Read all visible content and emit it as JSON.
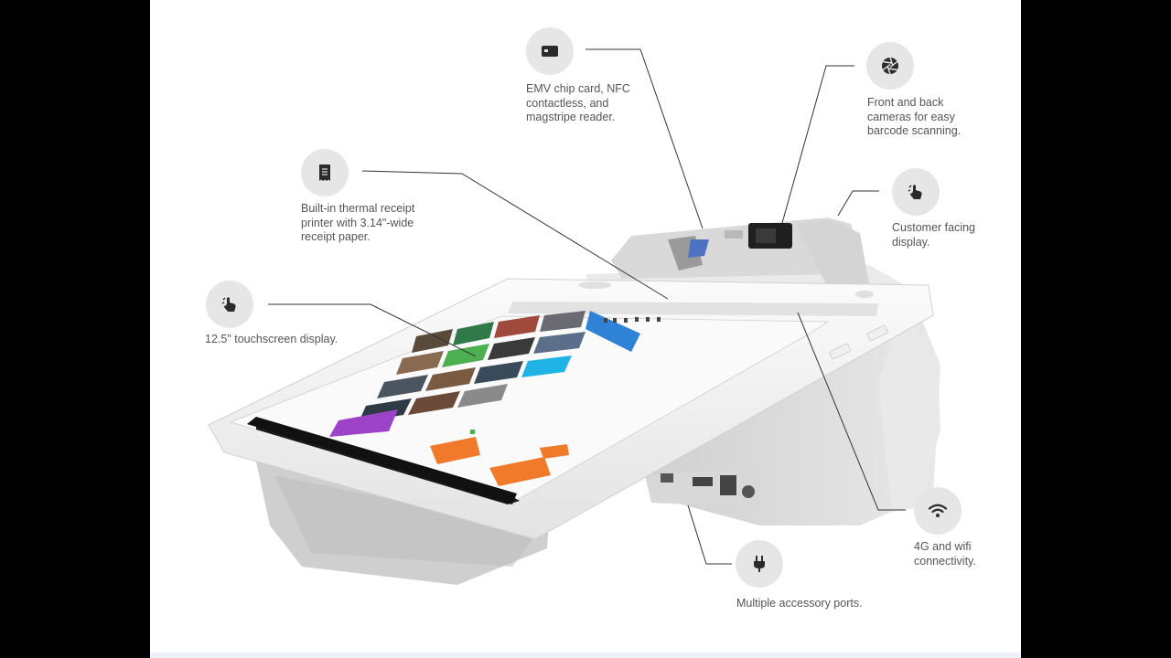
{
  "callouts": {
    "card_reader": {
      "icon": "credit-card-icon",
      "text": "EMV chip card, NFC\ncontactless, and\nmagstripe reader."
    },
    "cameras": {
      "icon": "camera-aperture-icon",
      "text": "Front and back\ncameras for easy\nbarcode scanning."
    },
    "printer": {
      "icon": "receipt-icon",
      "text": "Built-in thermal receipt\nprinter with 3.14\"-wide\nreceipt paper."
    },
    "customer_display": {
      "icon": "touch-gesture-icon",
      "text": "Customer facing\ndisplay."
    },
    "touchscreen": {
      "icon": "touch-gesture-icon",
      "text": "12.5\" touchscreen display."
    },
    "connectivity": {
      "icon": "wifi-icon",
      "text": "4G and wifi\nconnectivity."
    },
    "ports": {
      "icon": "power-plug-icon",
      "text": "Multiple accessory ports."
    }
  },
  "colors": {
    "icon_bg": "#e6e6e6",
    "icon_fg": "#2b2b2b",
    "label_text": "#555555",
    "leader_line": "#333333",
    "screen_accent": "#f07a2a",
    "tile_green": "#4caf50",
    "tile_blue": "#2f83d6",
    "tile_purple": "#9c43c9",
    "tile_cyan": "#1fb3e6"
  }
}
